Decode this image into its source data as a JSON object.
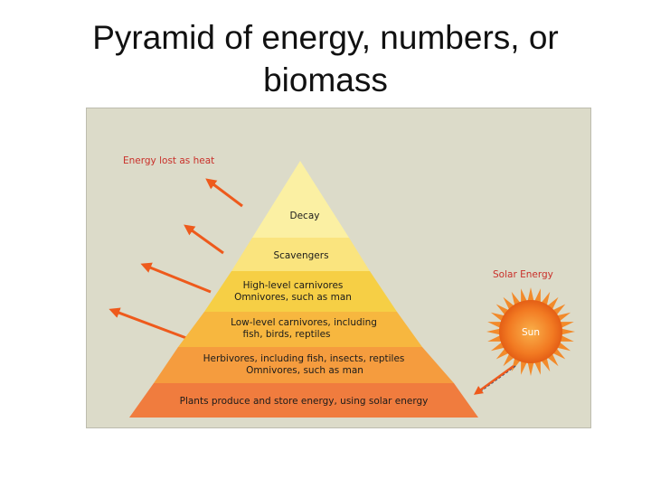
{
  "slide": {
    "title_line1": "Pyramid of energy, numbers, or",
    "title_line2": "biomass"
  },
  "diagram": {
    "heat_label": "Energy lost as heat",
    "solar_label": "Solar Energy",
    "sun_label": "Sun",
    "levels": [
      {
        "line1": "Decay",
        "line2": ""
      },
      {
        "line1": "Scavengers",
        "line2": ""
      },
      {
        "line1": "High-level carnivores",
        "line2": "Omnivores, such as man"
      },
      {
        "line1": "Low-level carnivores, including",
        "line2": "fish, birds, reptiles"
      },
      {
        "line1": "Herbivores, including fish, insects, reptiles",
        "line2": "Omnivores, such as man"
      },
      {
        "line1": "Plants produce and store energy, using solar energy",
        "line2": ""
      }
    ],
    "colors": {
      "background": "#dcdbc9",
      "level_fills": [
        "#fbf0a3",
        "#fae47e",
        "#f6cf45",
        "#f7b73f",
        "#f59c3e",
        "#f07c3e"
      ],
      "heat_arrows": "#ee5a1c",
      "heat_text": "#c9302a",
      "sun": "#f07a22"
    }
  }
}
